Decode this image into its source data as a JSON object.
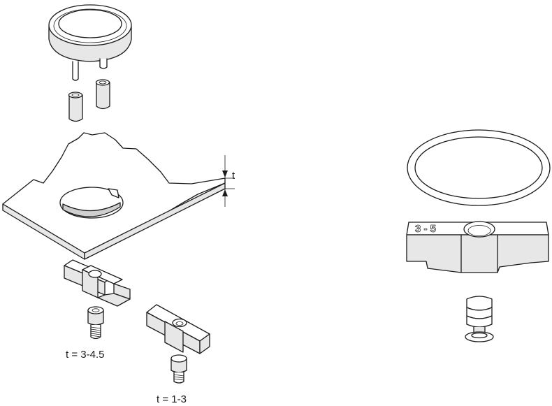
{
  "labels": {
    "thickness_symbol": "t",
    "clamp_large_range": "t = 3-4.5",
    "clamp_small_range": "t = 1-3",
    "nut_marking": "3 - 5"
  }
}
